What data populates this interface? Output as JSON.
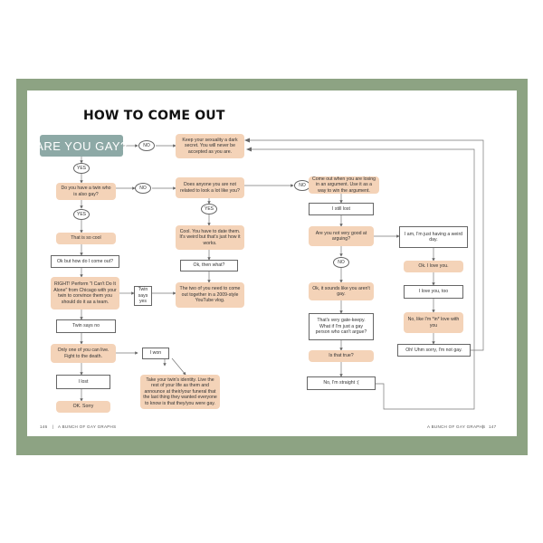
{
  "title": "HOW TO COME OUT",
  "start_question": "ARE YOU GAY?",
  "answers": {
    "yes": "YES",
    "no": "NO"
  },
  "nodes": {
    "dark_secret": "Keep your sexuality a dark secret. You will never be accepted as you are.",
    "twin": "Do you have a twin who is also gay?",
    "so_cool": "That is so cool",
    "how_come_out": "Ok but how do I come out?",
    "perform": "RIGHT! Perform \"I Can't Do It Alone\" from Chicago with your twin to convince them you should do it as a team.",
    "twin_says": "Twin says yes",
    "twin_says_no": "Twin says no",
    "fight": "Only one of you can live. Fight to the death.",
    "i_won": "I won",
    "i_lost": "I lost",
    "ok_sorry": "OK. Sorry",
    "take_identity": "Take your twin's identity. Live the rest of your life as them and announce at their/your funeral that the last thing they wanted everyone to know is that they/you were gay.",
    "related": "Does anyone you are not related to look a lot like you?",
    "cool_date": "Cool. You have to date them. It's weird but that's just how it works.",
    "ok_then_what": "Ok, then what?",
    "come_out_together": "The two of you need to come out together in a 2009-style YouTube vlog.",
    "losing_argument": "Come out when you are losing in an argument. Use it as a way to win the argument.",
    "still_lost": "I still lost",
    "very_good": "Are you not very good at arguing?",
    "weird_day": "I am, I'm just having a weird day.",
    "love_you": "Ok. I love you.",
    "love_you_too": "I love you, too",
    "no_in_love": "No, like I'm *in* love with you",
    "not_gay": "Oh! Uhm sorry, I'm not gay.",
    "sounds_like": "Ok, it sounds like you aren't gay.",
    "gate_keepy": "That's very gate-keepy. What if I'm just a gay person who can't argue?",
    "is_that_true": "Is that true?",
    "straight": "No, I'm straight :("
  },
  "folio": {
    "left_page": "146",
    "left_running": "A BUNCH OF GAY GRAPHS",
    "right_running": "A BUNCH OF GAY GRAPHS",
    "right_page": "147"
  },
  "colors": {
    "frame": "#8da383",
    "hero": "#8da9a6",
    "peach": "#f4d3b8"
  }
}
